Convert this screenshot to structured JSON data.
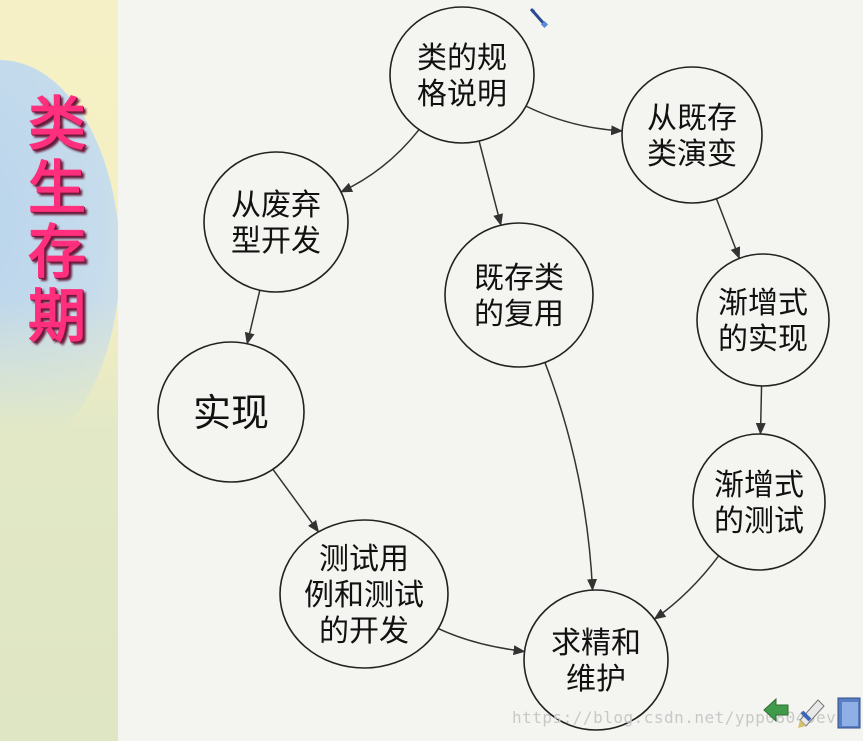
{
  "title": "类生存期",
  "nodes": [
    {
      "id": "class-spec",
      "lines": [
        "类的规",
        "格说明"
      ]
    },
    {
      "id": "evolve-existing",
      "lines": [
        "从既存",
        "类演变"
      ]
    },
    {
      "id": "discard-prototype",
      "lines": [
        "从废弃",
        "型开发"
      ]
    },
    {
      "id": "reuse-existing",
      "lines": [
        "既存类",
        "的复用"
      ]
    },
    {
      "id": "incremental-impl",
      "lines": [
        "渐增式",
        "的实现"
      ]
    },
    {
      "id": "implementation",
      "lines": [
        "实现"
      ]
    },
    {
      "id": "incremental-test",
      "lines": [
        "渐增式",
        "的测试"
      ]
    },
    {
      "id": "test-case-dev",
      "lines": [
        "测试用",
        "例和测试",
        "的开发"
      ]
    },
    {
      "id": "refine-maintain",
      "lines": [
        "求精和",
        "维护"
      ]
    }
  ],
  "edges": [
    {
      "from": "class-spec",
      "to": "evolve-existing"
    },
    {
      "from": "class-spec",
      "to": "discard-prototype"
    },
    {
      "from": "class-spec",
      "to": "reuse-existing"
    },
    {
      "from": "evolve-existing",
      "to": "incremental-impl"
    },
    {
      "from": "incremental-impl",
      "to": "incremental-test"
    },
    {
      "from": "incremental-test",
      "to": "refine-maintain"
    },
    {
      "from": "discard-prototype",
      "to": "implementation"
    },
    {
      "from": "implementation",
      "to": "test-case-dev"
    },
    {
      "from": "test-case-dev",
      "to": "refine-maintain"
    },
    {
      "from": "reuse-existing",
      "to": "refine-maintain"
    }
  ],
  "watermark": "https://blog.csdn.net/ypp0804Devil",
  "icons": [
    "back-arrow-icon",
    "pencil-icon",
    "book-icon"
  ]
}
